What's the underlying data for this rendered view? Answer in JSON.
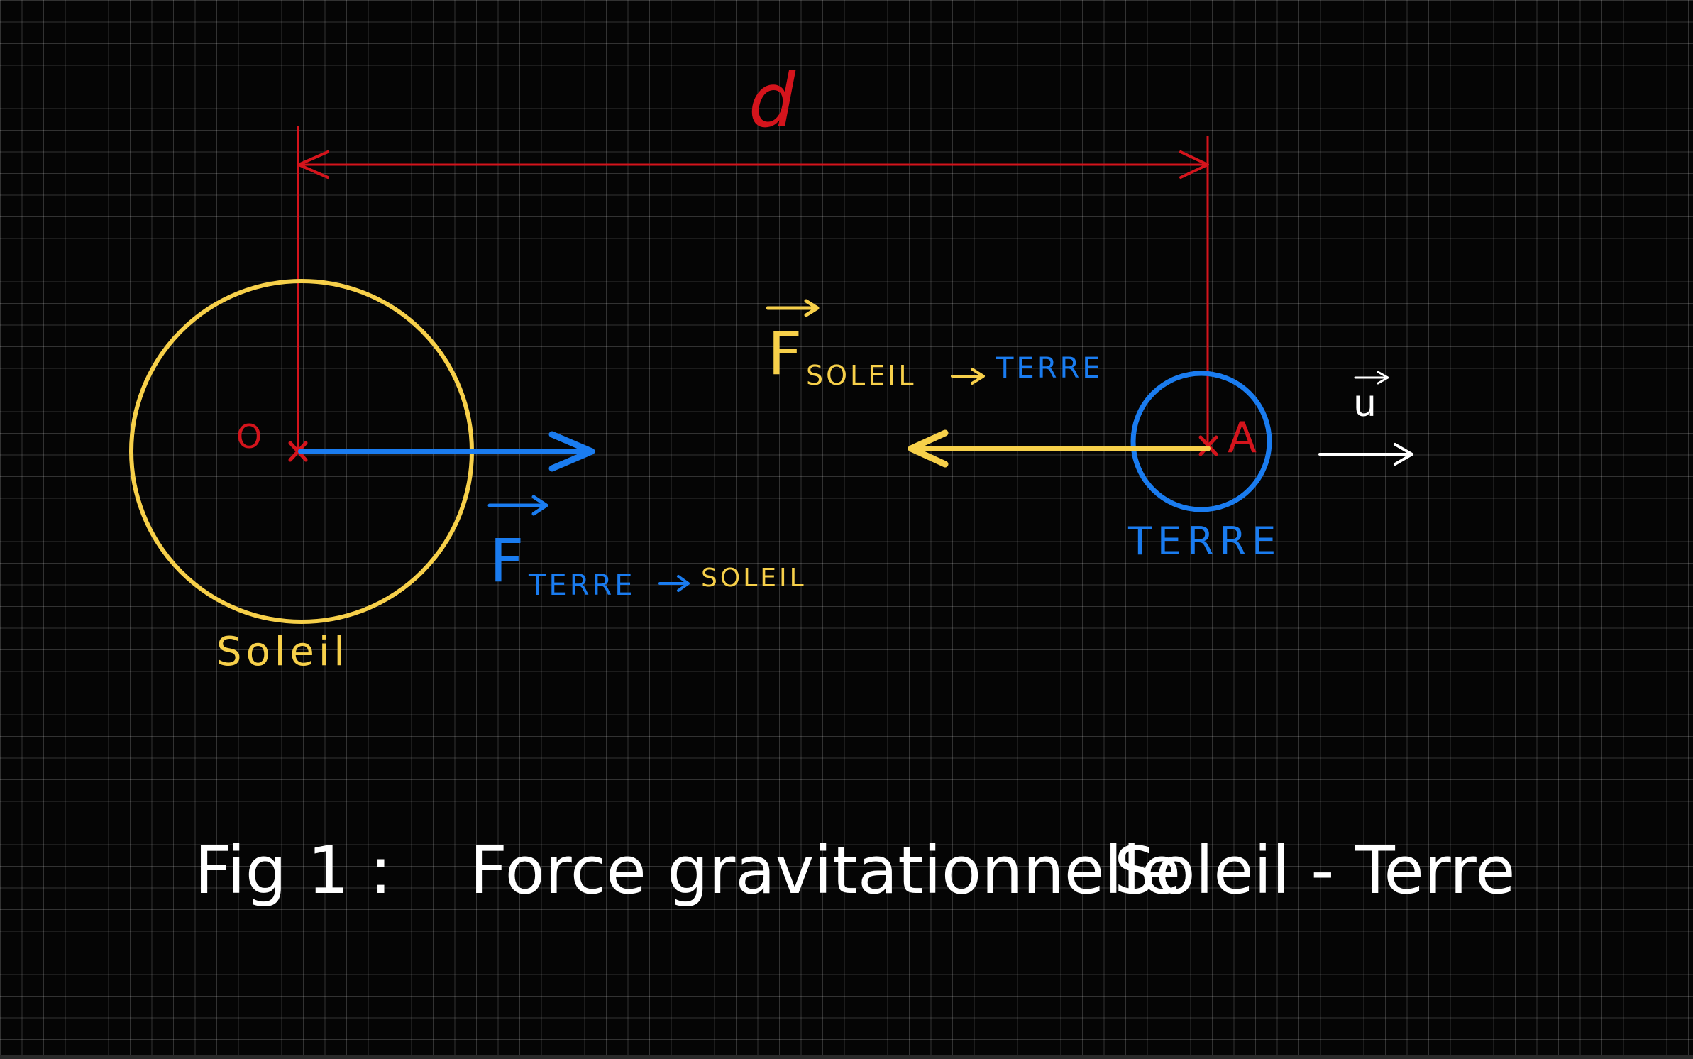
{
  "colors": {
    "background": "#050505",
    "grid": "#9a9a9a",
    "red": "#d4141c",
    "yellow": "#f7d04a",
    "blue": "#1a7cf0",
    "white": "#ffffff"
  },
  "labels": {
    "distance": "d",
    "point_o": "O",
    "point_a": "A",
    "sun": "Soleil",
    "earth": "TERRE",
    "unit_vector": "u",
    "force_on_earth_symbol": "F",
    "force_on_earth_sub_from": "SOLEIL",
    "force_on_earth_sub_to": "TERRE",
    "force_on_sun_symbol": "F",
    "force_on_sun_sub_from": "TERRE",
    "force_on_sun_sub_to": "SOLEIL"
  },
  "caption": {
    "figure": "Fig 1 :",
    "title": "Force gravitationnelle",
    "subject": "Soleil - Terre"
  },
  "icons": {
    "arrow_glyph": "→"
  }
}
